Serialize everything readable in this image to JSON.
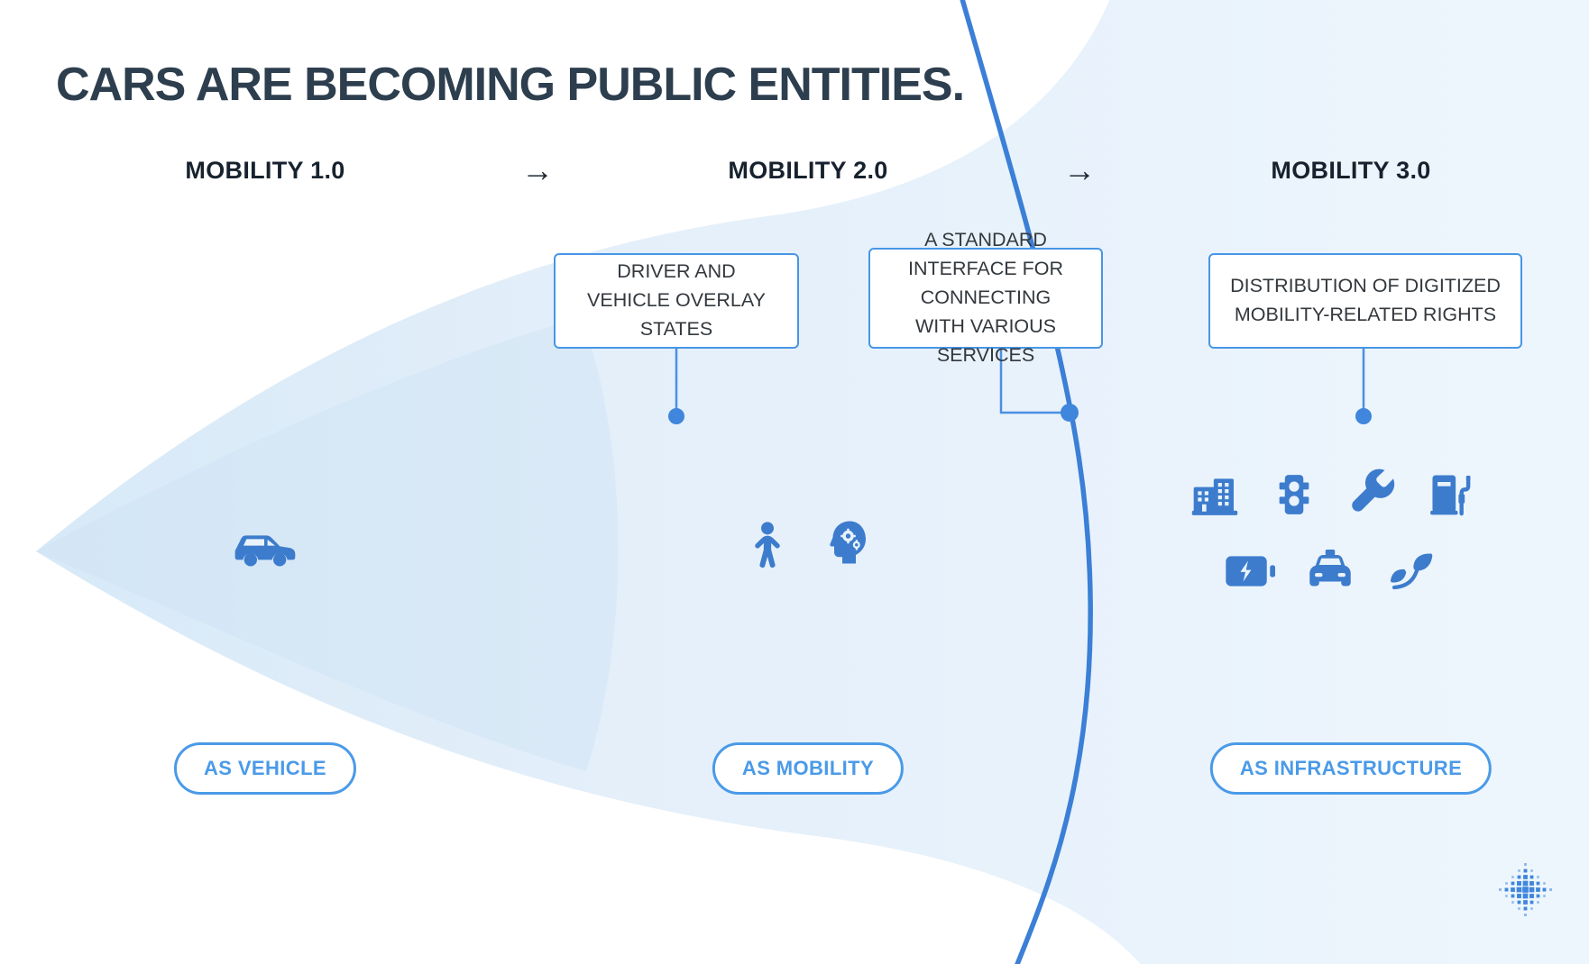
{
  "title": "CARS ARE BECOMING PUBLIC ENTITIES.",
  "flow": {
    "arrow1": "→",
    "arrow2": "→"
  },
  "columns": [
    {
      "header": "MOBILITY 1.0",
      "pill": "AS VEHICLE",
      "icons": [
        "car-icon"
      ]
    },
    {
      "header": "MOBILITY 2.0",
      "pill": "AS MOBILITY",
      "icons": [
        "pedestrian-icon",
        "cognitive-head-icon"
      ]
    },
    {
      "header": "MOBILITY 3.0",
      "pill": "AS INFRASTRUCTURE",
      "icons": [
        "building-icon",
        "traffic-light-icon",
        "wrench-icon",
        "fuel-pump-icon",
        "battery-charging-icon",
        "taxi-icon",
        "leaf-icon"
      ]
    }
  ],
  "callouts": [
    {
      "text": "DRIVER AND VEHICLE OVERLAY STATES"
    },
    {
      "text": "A STANDARD INTERFACE FOR CONNECTING WITH VARIOUS SERVICES"
    },
    {
      "text": "DISTRIBUTION OF DIGITIZED MOBILITY-RELATED RIGHTS"
    }
  ],
  "colors": {
    "accent_blue": "#4a90e2",
    "icon_blue": "#3d7ccd",
    "curve_blue": "#3b7fd6",
    "pill_blue": "#4a9ae8",
    "dark_text": "#17222e",
    "beam_dark": "#d7e9f7",
    "beam_light": "#eef6fd"
  }
}
